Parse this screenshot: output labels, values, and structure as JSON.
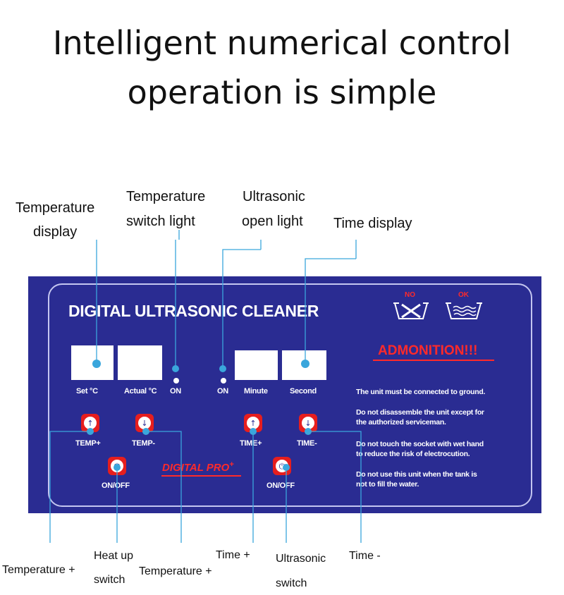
{
  "headline": {
    "line1": "Intelligent numerical control",
    "line2": "operation is simple"
  },
  "labels_top": {
    "temperature_display": [
      "Temperature",
      "display"
    ],
    "temperature_switch_light": [
      "Temperature",
      "switch light"
    ],
    "ultrasonic_open_light": [
      "Ultrasonic",
      "open light"
    ],
    "time_display": "Time display"
  },
  "labels_bottom": {
    "temperature_plus": "Temperature +",
    "heat_up_switch": [
      "Heat up",
      "switch"
    ],
    "temperature_minus": "Temperature +",
    "time_plus": "Time +",
    "ultrasonic_switch": [
      "Ultrasonic",
      "switch"
    ],
    "time_minus": "Time -"
  },
  "panel": {
    "title": "DIGITAL ULTRASONIC CLEANER",
    "symbol_no": "NO",
    "symbol_ok": "OK",
    "admonition": "ADMONITION!!!",
    "display_captions": {
      "set": "Set  °C",
      "actual": "Actual °C",
      "on_left": "ON",
      "on_right": "ON",
      "minute": "Minute",
      "second": "Second"
    },
    "buttons": {
      "temp_plus": "TEMP+",
      "temp_minus": "TEMP-",
      "time_plus": "TIME+",
      "time_minus": "TIME-",
      "onoff_left": "ON/OFF",
      "onoff_right": "ON/OFF"
    },
    "brand": "DIGITAL PRO",
    "brand_sup": "+",
    "admonition_lines": [
      "The unit must be connected to ground.",
      "Do not disassemble the unit except  for",
      "the authorized serviceman.",
      "Do not touch the socket with wet hand",
      "to reduce the risk of electrocution.",
      "Do not use this unit when the tank is",
      "not to fill the water."
    ]
  },
  "colors": {
    "panel": "#2a2c92",
    "marker": "#3aa6dc",
    "warning_red": "#ff2a2a",
    "button_red": "#e61e1e"
  }
}
